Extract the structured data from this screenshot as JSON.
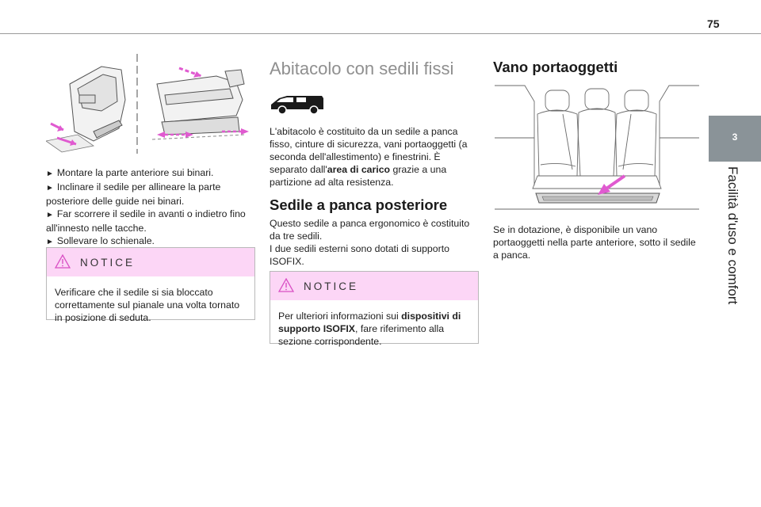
{
  "page": {
    "number": "75"
  },
  "chapter": {
    "number": "3",
    "title": "Facilità d'uso e comfort"
  },
  "left": {
    "bullets": [
      "Montare la parte anteriore sui binari.",
      "Inclinare il sedile per allineare la parte posteriore delle guide nei binari.",
      "Far scorrere il sedile in avanti o indietro fino all'innesto nelle tacche.",
      "Sollevare lo schienale."
    ],
    "notice": {
      "label": "NOTICE",
      "text": "Verificare che il sedile si sia bloccato correttamente sul pianale una volta tornato in posizione di seduta."
    }
  },
  "middle": {
    "title": "Abitacolo con sedili fissi",
    "intro": {
      "pre": "L'abitacolo è costituito da un sedile a panca fisso, cinture di sicurezza, vani portaoggetti (a seconda dell'allestimento) e finestrini. È separato dall'",
      "bold": "area di carico",
      "post": " grazie a una partizione ad alta resistenza."
    },
    "bench_heading": "Sedile a panca posteriore",
    "bench_text_1": "Questo sedile a panca ergonomico è costituito da tre sedili.",
    "bench_text_2": "I due sedili esterni sono dotati di supporto ISOFIX.",
    "notice": {
      "label": "NOTICE",
      "pre": "Per ulteriori informazioni sui ",
      "bold1": "dispositivi di supporto ISOFIX",
      "post": ", fare riferimento alla sezione corrispondente."
    }
  },
  "right": {
    "heading": "Vano portaoggetti",
    "text": "Se in dotazione, è disponibile un vano portaoggetti nella parte anteriore, sotto il sedile a panca."
  },
  "colors": {
    "notice_header": "#fcd6f6",
    "warning_icon": "#d94fc4",
    "arrow_accent": "#e05ad0",
    "chapter_tab": "#8a9398"
  }
}
